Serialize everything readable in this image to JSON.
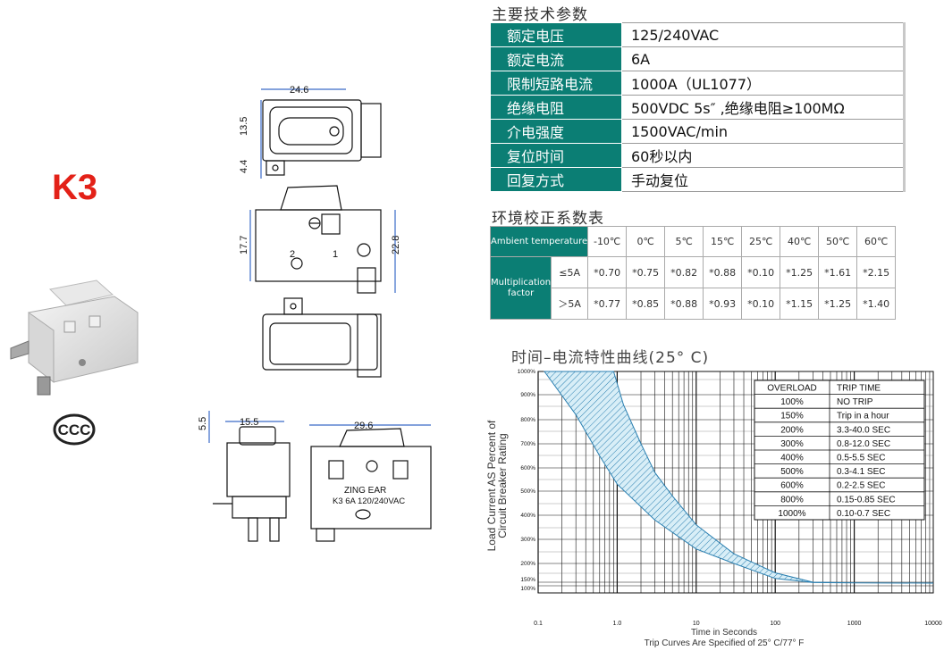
{
  "product": {
    "model": "K3",
    "ccc_mark": "CCC"
  },
  "drawing": {
    "dims": {
      "width_top": "24.6",
      "height_a": "13.5",
      "height_b": "4.4",
      "side_a": "17.7",
      "side_b": "22.8",
      "bottom_w": "15.5",
      "bottom_h": "5.5",
      "front_w": "29.6"
    },
    "labels": {
      "switch_pos_1": "1",
      "switch_pos_2": "2",
      "brand": "ZING EAR",
      "rating": "K3 6A 120/240VAC"
    }
  },
  "specs": {
    "title": "主要技术参数",
    "rows": [
      {
        "key": "额定电压",
        "value": "125/240VAC"
      },
      {
        "key": "额定电流",
        "value": "6A"
      },
      {
        "key": "限制短路电流",
        "value": "1000A（UL1077）"
      },
      {
        "key": "绝缘电阻",
        "value": "500VDC 5s″ ,绝缘电阻≥100MΩ"
      },
      {
        "key": "介电强度",
        "value": "1500VAC/min"
      },
      {
        "key": "复位时间",
        "value": "60秒以内"
      },
      {
        "key": "回复方式",
        "value": "手动复位"
      }
    ]
  },
  "correction": {
    "title": "环境校正系数表",
    "ambient_label": "Ambient temperature",
    "factor_label": "Multiplication factor",
    "temps": [
      "-10℃",
      "0℃",
      "5℃",
      "15℃",
      "25℃",
      "40℃",
      "50℃",
      "60℃"
    ],
    "rows": [
      {
        "cond": "≤5A",
        "values": [
          "*0.70",
          "*0.75",
          "*0.82",
          "*0.88",
          "*0.10",
          "*1.25",
          "*1.61",
          "*2.15"
        ]
      },
      {
        "cond": "＞5A",
        "values": [
          "*0.77",
          "*0.85",
          "*0.88",
          "*0.93",
          "*0.10",
          "*1.15",
          "*1.25",
          "*1.40"
        ]
      }
    ]
  },
  "chart_data": {
    "type": "area",
    "title": "时间–电流特性曲线(25° C)",
    "xlabel": "Time in Seconds",
    "xlabel2": "Trip Curves Are Specified of 25° C/77° F",
    "ylabel": "Load Current AS Percent of",
    "ylabel2": "Circuit Breaker Rating",
    "x_scale": "log",
    "xlim": [
      0.1,
      10000
    ],
    "ylim": [
      100,
      1000
    ],
    "x_ticks": [
      "0.1",
      "1.0",
      "10",
      "100",
      "1000",
      "10000"
    ],
    "y_ticks": [
      "1000%",
      "900%",
      "800%",
      "700%",
      "600%",
      "500%",
      "400%",
      "300%",
      "200%",
      "150%",
      "100%"
    ],
    "grid": true,
    "series": [
      {
        "x": [
          0.12,
          0.3,
          0.6,
          1.0,
          3,
          10,
          30,
          100,
          300,
          1000,
          10000
        ],
        "y": [
          1000,
          820,
          650,
          530,
          380,
          260,
          200,
          160,
          145,
          140,
          138
        ]
      },
      {
        "x": [
          0.9,
          1.2,
          2,
          3,
          5,
          10,
          30,
          100,
          300,
          1000,
          10000
        ],
        "y": [
          1000,
          860,
          700,
          580,
          480,
          360,
          240,
          175,
          150,
          140,
          138
        ]
      }
    ],
    "table": {
      "headers": [
        "OVERLOAD",
        "TRIP TIME"
      ],
      "rows": [
        [
          "100%",
          "NO TRIP"
        ],
        [
          "150%",
          "Trip in a hour"
        ],
        [
          "200%",
          "3.3-40.0 SEC"
        ],
        [
          "300%",
          "0.8-12.0 SEC"
        ],
        [
          "400%",
          "0.5-5.5 SEC"
        ],
        [
          "500%",
          "0.3-4.1 SEC"
        ],
        [
          "600%",
          "0.2-2.5 SEC"
        ],
        [
          "800%",
          "0.15-0.85 SEC"
        ],
        [
          "1000%",
          "0.10-0.7 SEC"
        ]
      ]
    }
  }
}
